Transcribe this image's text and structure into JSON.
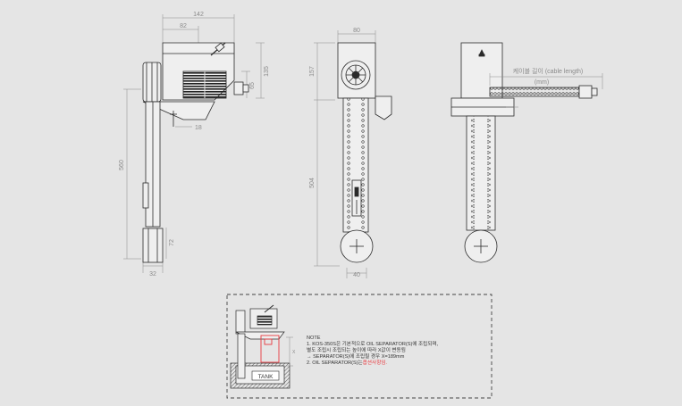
{
  "side_view": {
    "dims": {
      "overall_width": "142",
      "top_offset": "82",
      "motor_height": "135",
      "flange_height": "65",
      "tab_width": "18",
      "belt_length": "560",
      "bottom_height": "72",
      "bottom_width": "32"
    }
  },
  "front_view": {
    "dims": {
      "top_width": "80",
      "head_height": "157",
      "body_height": "504",
      "bottom_width": "40"
    }
  },
  "rear_view": {
    "cable_label": "케이블 길이 (cable length)",
    "cable_unit": "(mm)"
  },
  "note": {
    "title": "NOTE",
    "line1": "1. KOS-350S은 기본적으로 OIL SEPARATOR(S)에 조립되며,",
    "line2": "별도 조립시 조립되는 높이에 따라 X값이 변동됨",
    "line3": "→ SEPARATOR(S)에 조립될 경우 X=189mm",
    "line4_prefix": "2. OIL SEPARATOR(S)는",
    "line4_red": "옵션사항임.",
    "tank_label": "TANK",
    "x_label": "X"
  },
  "colors": {
    "background": "#e5e5e5",
    "line": "#2b2b2b",
    "dimension": "#8a8a8a",
    "highlight": "#e8383d",
    "tank_hatch": "#555555"
  }
}
